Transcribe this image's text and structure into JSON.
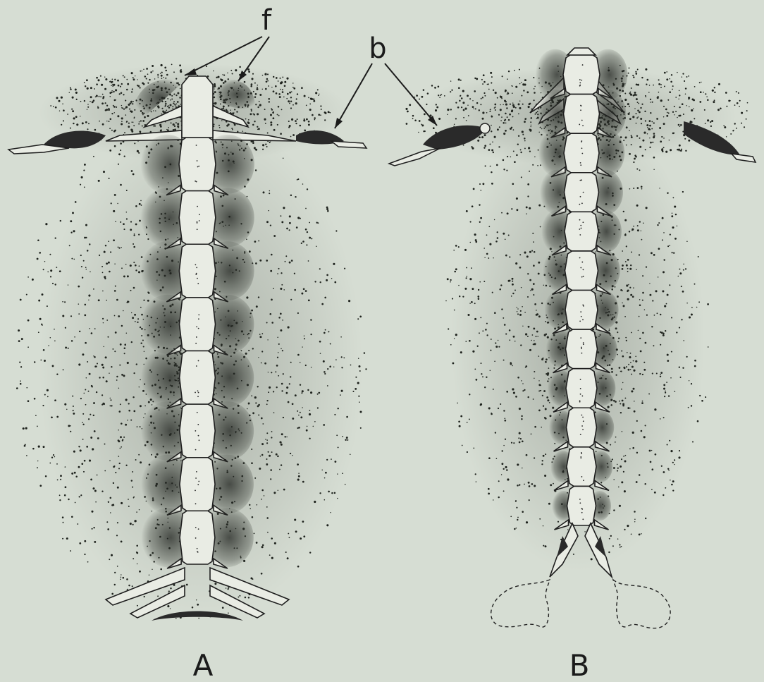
{
  "figure": {
    "labels": {
      "f": "f",
      "b": "b",
      "panel_a": "A",
      "panel_b": "B"
    },
    "colors": {
      "background": "#d6ddd3",
      "ink": "#1e1e1e",
      "bone": "#e9ece4"
    },
    "panel_a": {
      "vertebra_count": 8
    },
    "panel_b": {
      "vertebra_count": 12
    }
  }
}
